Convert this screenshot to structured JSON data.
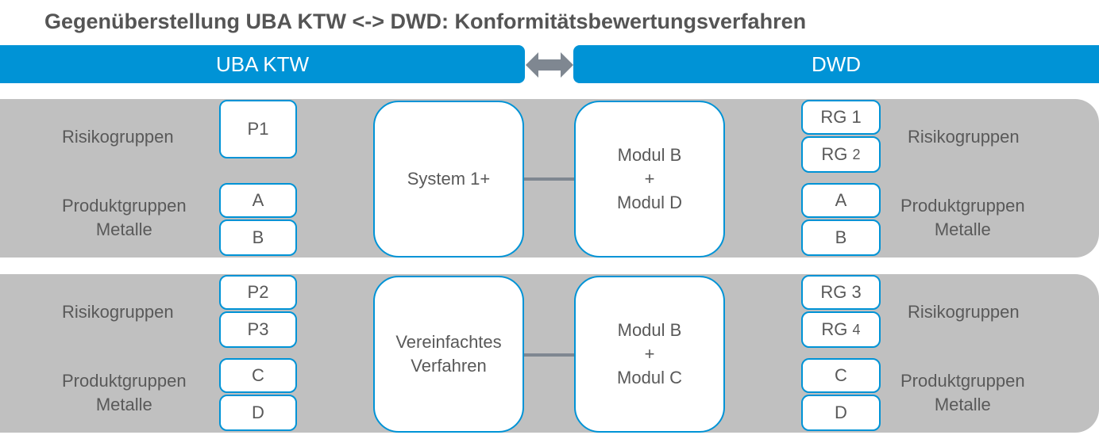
{
  "title": "Gegenüberstellung UBA KTW <-> DWD: Konformitätsbewertungsverfahren",
  "headers": {
    "left": "UBA KTW",
    "right": "DWD"
  },
  "colors": {
    "accent": "#0093d6",
    "band": "#c0c0c0",
    "connector": "#7f8791"
  },
  "rows": [
    {
      "left_risk_label": "Risikogruppen",
      "left_risk_boxes": [
        "P1"
      ],
      "left_product_label": [
        "Produktgruppen",
        "Metalle"
      ],
      "left_product_boxes": [
        "A",
        "B"
      ],
      "left_system": [
        "System 1+"
      ],
      "right_system": [
        "Modul B",
        "+",
        "Modul D"
      ],
      "right_risk_boxes": [
        {
          "prefix": "RG",
          "num": "1"
        },
        {
          "prefix": "RG",
          "num": "2"
        }
      ],
      "right_risk_label": "Risikogruppen",
      "right_product_boxes": [
        "A",
        "B"
      ],
      "right_product_label": [
        "Produktgruppen",
        "Metalle"
      ]
    },
    {
      "left_risk_label": "Risikogruppen",
      "left_risk_boxes": [
        "P2",
        "P3"
      ],
      "left_product_label": [
        "Produktgruppen",
        "Metalle"
      ],
      "left_product_boxes": [
        "C",
        "D"
      ],
      "left_system": [
        "Vereinfachtes",
        "Verfahren"
      ],
      "right_system": [
        "Modul B",
        "+",
        "Modul C"
      ],
      "right_risk_boxes": [
        {
          "prefix": "RG",
          "num": "3"
        },
        {
          "prefix": "RG",
          "num": "4"
        }
      ],
      "right_risk_label": "Risikogruppen",
      "right_product_boxes": [
        "C",
        "D"
      ],
      "right_product_label": [
        "Produktgruppen",
        "Metalle"
      ]
    }
  ]
}
